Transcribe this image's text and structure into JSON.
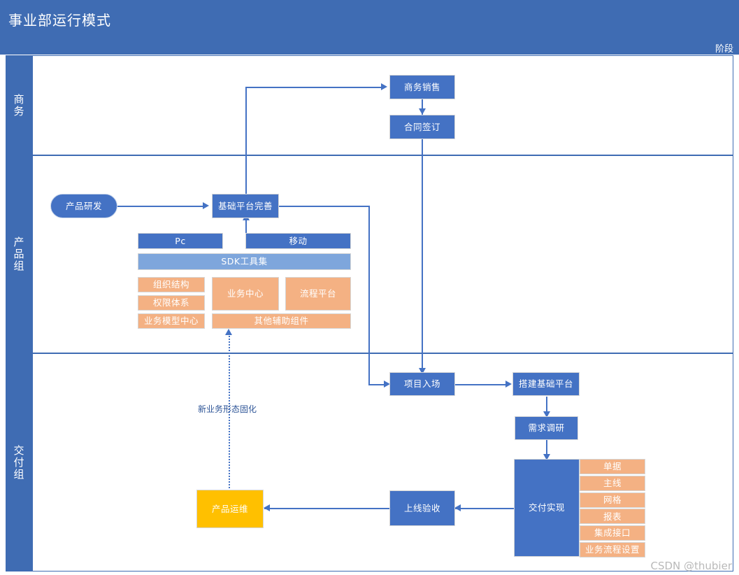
{
  "header": {
    "title": "事业部运行模式",
    "phase_label": "阶段",
    "bar_color": "#3f6cb3"
  },
  "lanes": [
    {
      "label": "商务"
    },
    {
      "label": "产品组"
    },
    {
      "label": "交付组"
    }
  ],
  "nodes": {
    "business_sales": "商务销售",
    "contract_signing": "合同签订",
    "product_rnd": "产品研发",
    "platform_improve": "基础平台完善",
    "pc": "Pc",
    "mobile": "移动",
    "sdk_toolkit": "SDK工具集",
    "org_structure": "组织结构",
    "permission_system": "权限体系",
    "business_model_center": "业务模型中心",
    "business_center": "业务中心",
    "process_platform": "流程平台",
    "other_components": "其他辅助组件",
    "project_entry": "项目入场",
    "build_base_platform": "搭建基础平台",
    "requirement_research": "需求调研",
    "delivery_implementation": "交付实现",
    "acceptance": "上线验收",
    "product_ops": "产品运维"
  },
  "delivery_items": [
    "单据",
    "主线",
    "网格",
    "报表",
    "集成接口",
    "业务流程设置"
  ],
  "edges": {
    "solidify_label": "新业务形态固化"
  },
  "colors": {
    "blue": "#4472c4",
    "light_blue": "#7ea6dc",
    "orange": "#f4b183",
    "gold": "#ffc000",
    "lane_blue": "#3f6cb3",
    "connector": "#4472c4"
  },
  "watermark": "CSDN @thubier"
}
